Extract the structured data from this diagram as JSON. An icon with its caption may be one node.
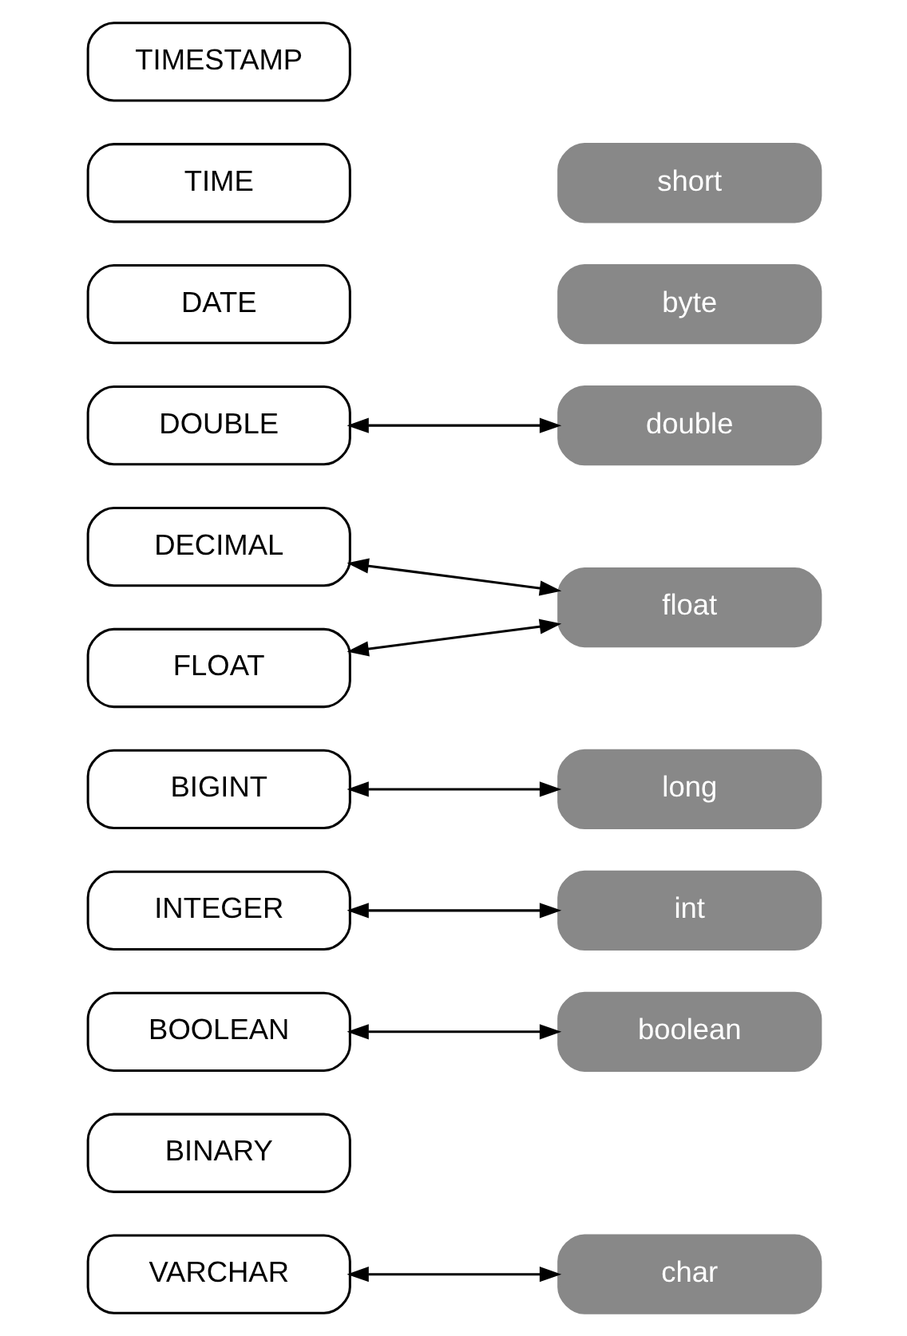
{
  "diagram": {
    "nodes": [
      {
        "text": [
          "VARCHAR"
        ]
      },
      {
        "text": [
          "BINARY"
        ]
      },
      {
        "text": [
          "BOOLEAN"
        ]
      },
      {
        "text": [
          "INTEGER"
        ]
      },
      {
        "text": [
          "BIGINT"
        ]
      },
      {
        "text": [
          "DECIMAL"
        ]
      },
      {
        "text": [
          "FLOAT"
        ]
      },
      {
        "text": [
          "DOUBLE"
        ]
      },
      {
        "text": [
          "DATE"
        ]
      },
      {
        "text": [
          "TIME"
        ]
      },
      {
        "text": [
          "TIMESTAMP"
        ]
      },
      {
        "text": [
          "char"
        ]
      },
      {
        "text": [
          "boolean"
        ]
      },
      {
        "text": [
          "byte"
        ]
      },
      {
        "text": [
          "short"
        ]
      },
      {
        "text": [
          "int"
        ]
      },
      {
        "text": [
          "long"
        ]
      },
      {
        "text": [
          "float"
        ]
      },
      {
        "text": [
          "double"
        ]
      }
    ],
    "edges": [
      {
        "from": 0,
        "to": 11,
        "arrow": "both"
      },
      {
        "from": 2,
        "to": 12,
        "arrow": "both"
      },
      {
        "from": 3,
        "to": 15,
        "arrow": "both"
      },
      {
        "from": 4,
        "to": 16,
        "arrow": "both"
      },
      {
        "from": 5,
        "to": 17,
        "arrow": "both"
      },
      {
        "from": 6,
        "to": 17,
        "arrow": "both"
      },
      {
        "from": 7,
        "to": 18,
        "arrow": "both"
      }
    ]
  }
}
